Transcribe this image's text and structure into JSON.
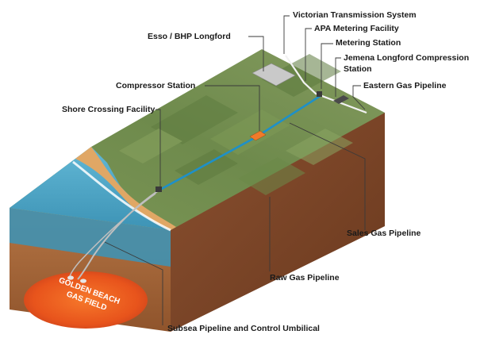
{
  "labels": {
    "victorian_transmission": "Victorian Transmission System",
    "esso_bhp": "Esso / BHP Longford",
    "apa_metering": "APA Metering Facility",
    "metering_station": "Metering Station",
    "jemena_line1": "Jemena Longford Compression",
    "jemena_line2": "Station",
    "compressor_station": "Compressor Station",
    "eastern_gas_pipeline": "Eastern Gas Pipeline",
    "shore_crossing": "Shore Crossing Facility",
    "sales_gas_pipeline": "Sales Gas Pipeline",
    "raw_gas_pipeline": "Raw Gas Pipeline",
    "subsea_pipeline": "Subsea Pipeline and Control Umbilical",
    "field_line1": "GOLDEN BEACH",
    "field_line2": "GAS FIELD"
  },
  "colors": {
    "land_top": "#6f8a4e",
    "earth_front": "#a8683a",
    "earth_side": "#7a4526",
    "sea": "#4aa6c6",
    "sand": "#e0a765",
    "gas_field": "#e8541c",
    "pipeline": "#1e90c8"
  }
}
